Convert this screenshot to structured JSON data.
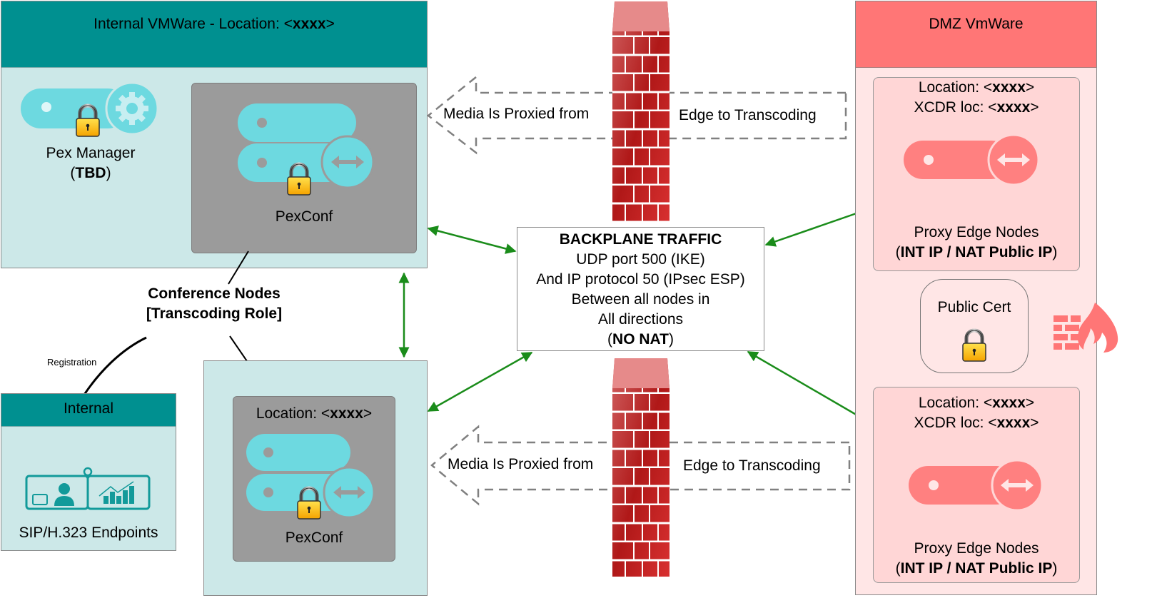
{
  "internal_vmware": {
    "title_prefix": "Internal VMWare - Location: <",
    "title_placeholder": "xxxx",
    "title_suffix": ">",
    "pex_manager": {
      "label": "Pex Manager",
      "sub_open": "(",
      "sub_bold": "TBD",
      "sub_close": ")"
    },
    "pexconf_upper": {
      "label": "PexConf"
    }
  },
  "conference_nodes": {
    "line1": "Conference Nodes",
    "line2": "[Transcoding Role]"
  },
  "registration_label": "Registration",
  "internal_endpoints": {
    "title": "Internal",
    "label": "SIP/H.323 Endpoints"
  },
  "pexconf_lower": {
    "loc_prefix": "Location: <",
    "loc_placeholder": "xxxx",
    "loc_suffix": ">",
    "label": "PexConf"
  },
  "backplane": {
    "title": "BACKPLANE TRAFFIC",
    "lines": [
      "UDP port 500 (IKE)",
      "And IP protocol 50 (IPsec ESP)",
      "Between all nodes in",
      "All directions"
    ],
    "nonat_open": "(",
    "nonat_bold": "NO NAT",
    "nonat_close": ")"
  },
  "media_arrows": {
    "top": {
      "left_text": "Media Is Proxied from",
      "right_text": "Edge to Transcoding"
    },
    "bottom": {
      "left_text": "Media Is Proxied from",
      "right_text": "Edge to Transcoding"
    }
  },
  "dmz": {
    "title": "DMZ VmWare",
    "edge_upper": {
      "loc_prefix": "Location: <",
      "loc_placeholder": "xxxx",
      "loc_suffix": ">",
      "xcdr_prefix": "XCDR loc: <",
      "xcdr_placeholder": "xxxx",
      "xcdr_suffix": ">",
      "label": "Proxy Edge Nodes",
      "ip_open": "(",
      "ip_bold": "INT IP / NAT Public IP",
      "ip_close": ")"
    },
    "public_cert": {
      "label": "Public Cert"
    },
    "edge_lower": {
      "loc_prefix": "Location: <",
      "loc_placeholder": "xxxx",
      "loc_suffix": ">",
      "xcdr_prefix": "XCDR loc: <",
      "xcdr_placeholder": "xxxx",
      "xcdr_suffix": ">",
      "label": "Proxy Edge Nodes",
      "ip_open": "(",
      "ip_bold": "INT IP / NAT Public IP",
      "ip_close": ")"
    }
  },
  "colors": {
    "teal_header": "#009090",
    "teal_body": "#cce8e8",
    "server_cyan": "#6dd9e0",
    "dmz_header": "#ff7676",
    "dmz_body": "#ffe6e6",
    "edge_box": "#ffd6d6",
    "arrow_green": "#1a8c1a",
    "firewall_red": "#c62828"
  }
}
